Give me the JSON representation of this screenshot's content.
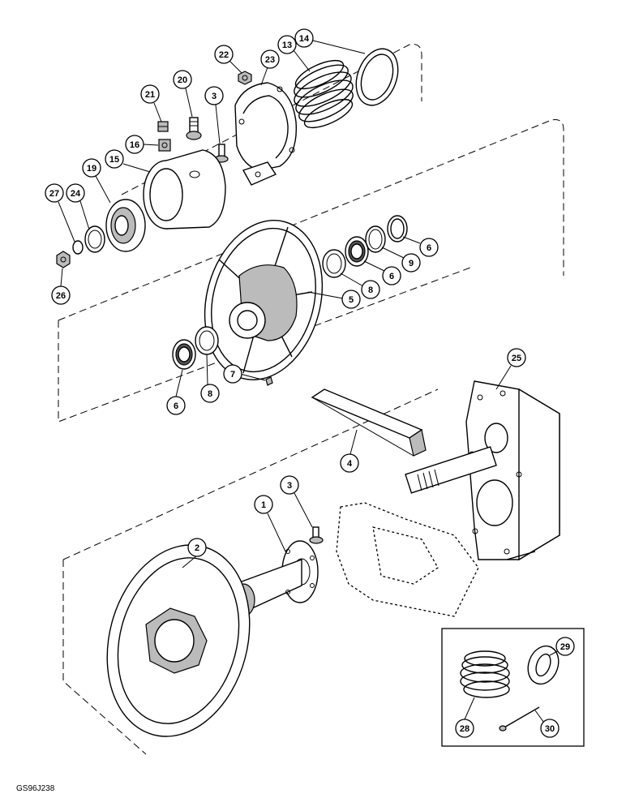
{
  "callouts": [
    {
      "id": "c22",
      "label": "22"
    },
    {
      "id": "c23",
      "label": "23"
    },
    {
      "id": "c13",
      "label": "13"
    },
    {
      "id": "c14",
      "label": "14"
    },
    {
      "id": "c20",
      "label": "20"
    },
    {
      "id": "c21",
      "label": "21"
    },
    {
      "id": "c3a",
      "label": "3"
    },
    {
      "id": "c16",
      "label": "16"
    },
    {
      "id": "c15",
      "label": "15"
    },
    {
      "id": "c19",
      "label": "19"
    },
    {
      "id": "c24",
      "label": "24"
    },
    {
      "id": "c27",
      "label": "27"
    },
    {
      "id": "c26",
      "label": "26"
    },
    {
      "id": "c6a",
      "label": "6"
    },
    {
      "id": "c9",
      "label": "9"
    },
    {
      "id": "c6b",
      "label": "6"
    },
    {
      "id": "c8a",
      "label": "8"
    },
    {
      "id": "c5",
      "label": "5"
    },
    {
      "id": "c6c",
      "label": "6"
    },
    {
      "id": "c8b",
      "label": "8"
    },
    {
      "id": "c7",
      "label": "7"
    },
    {
      "id": "c25",
      "label": "25"
    },
    {
      "id": "c4",
      "label": "4"
    },
    {
      "id": "c3b",
      "label": "3"
    },
    {
      "id": "c1",
      "label": "1"
    },
    {
      "id": "c2",
      "label": "2"
    },
    {
      "id": "c29",
      "label": "29"
    },
    {
      "id": "c28",
      "label": "28"
    },
    {
      "id": "c30",
      "label": "30"
    }
  ],
  "figure_ref": "GS96J238"
}
